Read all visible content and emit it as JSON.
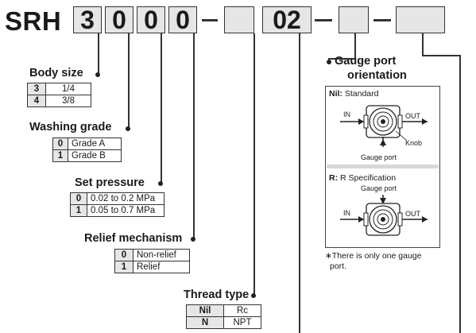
{
  "code": {
    "prefix": "SRH",
    "boxes": [
      "3",
      "0",
      "0",
      "0",
      "",
      "02",
      "",
      ""
    ]
  },
  "body_size": {
    "title": "Body size",
    "rows": [
      {
        "key": "3",
        "value": "1/4"
      },
      {
        "key": "4",
        "value": "3/8"
      }
    ]
  },
  "washing_grade": {
    "title": "Washing grade",
    "rows": [
      {
        "key": "0",
        "value": "Grade A"
      },
      {
        "key": "1",
        "value": "Grade B"
      }
    ]
  },
  "set_pressure": {
    "title": "Set pressure",
    "rows": [
      {
        "key": "0",
        "value": "0.02 to 0.2 MPa"
      },
      {
        "key": "1",
        "value": "0.05 to 0.7 MPa"
      }
    ]
  },
  "relief_mechanism": {
    "title": "Relief mechanism",
    "rows": [
      {
        "key": "0",
        "value": "Non-relief"
      },
      {
        "key": "1",
        "value": "Relief"
      }
    ]
  },
  "thread_type": {
    "title": "Thread type",
    "rows": [
      {
        "key": "Nil",
        "value": "Rc"
      },
      {
        "key": "N",
        "value": "NPT"
      }
    ]
  },
  "gauge_port": {
    "title_line1": "Gauge port",
    "title_line2": "orientation",
    "nil_key": "Nil:",
    "nil_text": " Standard",
    "in_label": "IN",
    "out_label": "OUT",
    "knob_label": "Knob",
    "gauge_port_label": "Gauge port",
    "r_key": "R:",
    "r_text": " R Specification",
    "r_gauge_port_label": "Gauge port",
    "r_in_label": "IN",
    "r_out_label": "OUT",
    "note_line1": "∗There is only one gauge",
    "note_line2": "port."
  }
}
